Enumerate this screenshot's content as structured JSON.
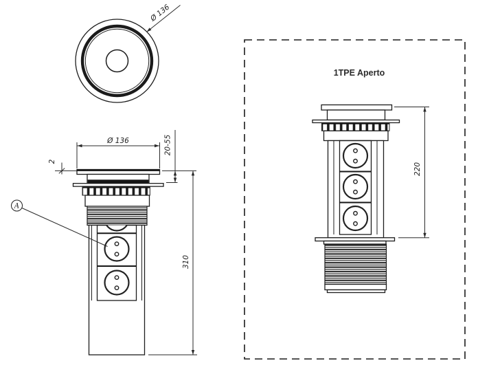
{
  "drawing": {
    "colors": {
      "line": "#1d1d1d",
      "background": "#ffffff",
      "title_text": "#2b2b2b"
    },
    "views": {
      "top_view": {
        "diameter_label": "Ø 136"
      },
      "front_closed": {
        "diameter_label": "Ø 136",
        "lid_thickness_label": "2",
        "clamp_range_label": "20-55",
        "height_label": "310",
        "detail_callout_label": "A"
      },
      "side_open": {
        "title": "1TPE Aperto",
        "extension_height_label": "220"
      }
    }
  }
}
